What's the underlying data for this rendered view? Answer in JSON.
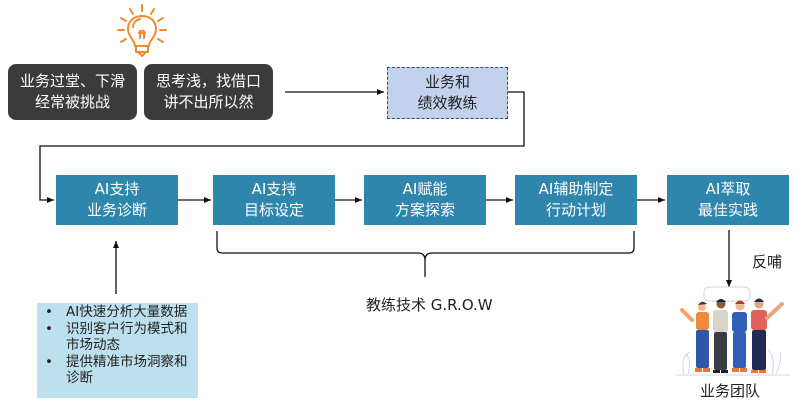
{
  "problems": [
    {
      "line1": "业务过堂、下滑",
      "line2": "经常被挑战"
    },
    {
      "line1": "思考浅，找借口",
      "line2": "讲不出所以然"
    }
  ],
  "coach": {
    "line1": "业务和",
    "line2": "绩效教练"
  },
  "steps": [
    {
      "line1": "AI支持",
      "line2": "业务诊断"
    },
    {
      "line1": "AI支持",
      "line2": "目标设定"
    },
    {
      "line1": "AI赋能",
      "line2": "方案探索"
    },
    {
      "line1": "AI辅助制定",
      "line2": "行动计划"
    },
    {
      "line1": "AI萃取",
      "line2": "最佳实践"
    }
  ],
  "note": {
    "items": [
      "AI快速分析大量数据",
      "识别客户行为模式和市场动态",
      "提供精准市场洞察和诊断"
    ]
  },
  "brace_label": "教练技术 G.R.O.W",
  "feedback_label": "反哺",
  "team_label": "业务团队",
  "colors": {
    "step_box": "#2f86ad",
    "problem_box": "#3b3b3b",
    "coach_box": "#c3d2ec",
    "note_box": "#bde0ee",
    "bulb": "#f08a2c"
  }
}
